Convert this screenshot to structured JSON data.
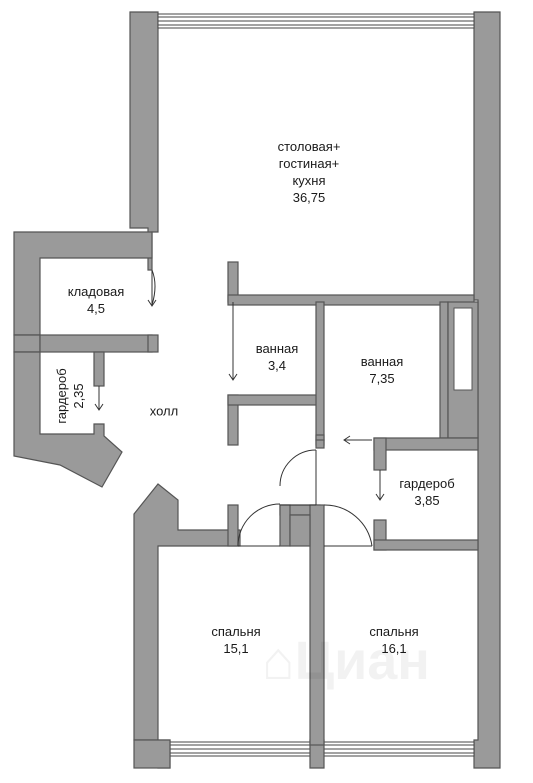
{
  "rooms": {
    "living": {
      "name": "столовая+\nгостиная+\nкухня",
      "area": "36,75"
    },
    "storage": {
      "name": "кладовая",
      "area": "4,5"
    },
    "wardrobe_small": {
      "name": "гардероб",
      "area": "2,35"
    },
    "bath1": {
      "name": "ванная",
      "area": "3,4"
    },
    "bath2": {
      "name": "ванная",
      "area": "7,35"
    },
    "hall": {
      "name": "холл"
    },
    "wardrobe": {
      "name": "гардероб",
      "area": "3,85"
    },
    "bedroom1": {
      "name": "спальня",
      "area": "15,1"
    },
    "bedroom2": {
      "name": "спальня",
      "area": "16,1"
    }
  },
  "watermark": {
    "text": "Циан",
    "icon": "cian-logo-icon"
  },
  "colors": {
    "wall": "#9a9a9a",
    "outline": "#555555",
    "background": "#ffffff"
  }
}
